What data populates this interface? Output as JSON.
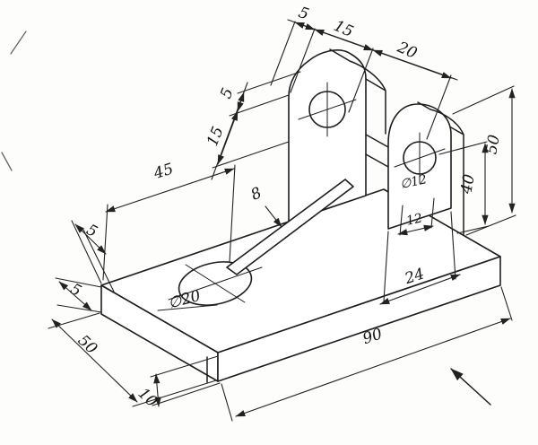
{
  "drawing": {
    "kind": "isometric-technical-drawing",
    "line_color": "#1d1d1d",
    "background": "#fdfdfc"
  },
  "dims": [
    {
      "id": "top-offset",
      "label": "5"
    },
    {
      "id": "top-lug-thickness",
      "label": "15"
    },
    {
      "id": "top-gap",
      "label": "20"
    },
    {
      "id": "left-chamfer",
      "label": "5"
    },
    {
      "id": "left-lug",
      "label": "15"
    },
    {
      "id": "base-to-rib",
      "label": "45"
    },
    {
      "id": "rib-thickness",
      "label": "8"
    },
    {
      "id": "hole-offset",
      "label": "5"
    },
    {
      "id": "edge-offset",
      "label": "5"
    },
    {
      "id": "base-width",
      "label": "50"
    },
    {
      "id": "base-thickness",
      "label": "10"
    },
    {
      "id": "base-length",
      "label": "90"
    },
    {
      "id": "lug-width",
      "label": "24"
    },
    {
      "id": "hole-to-edge",
      "label": "12"
    },
    {
      "id": "lug-hole-diameter",
      "label": "∅12"
    },
    {
      "id": "hole-height",
      "label": "40"
    },
    {
      "id": "upright-height",
      "label": "50"
    },
    {
      "id": "base-hole-diameter",
      "label": "∅20"
    }
  ],
  "view_arrow": {
    "direction": "up-left"
  }
}
